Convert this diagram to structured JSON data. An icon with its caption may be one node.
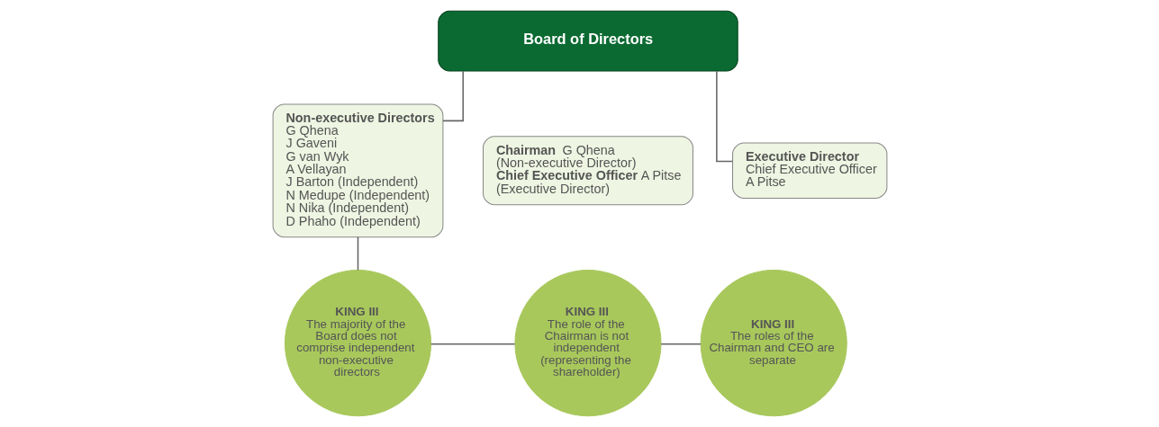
{
  "diagram": {
    "nodes": [
      {
        "text": [
          "Board of Directors"
        ]
      },
      {
        "text": [
          "Non-executive Directors",
          "G Qhena",
          "J Gaveni",
          "G van Wyk",
          "A Vellayan",
          "J Barton (Independent)",
          "N Medupe (Independent)",
          "N Nika (Independent)",
          "D Phaho (Independent)"
        ]
      },
      {
        "text": [
          "**Chairman** G Qhena (Non-executive Director)",
          "**Chief Executive Officer** A Pitse (Executive Director)"
        ]
      },
      {
        "text": [
          "Executive Director",
          "Chief Executive Officer A Pitse"
        ]
      },
      {
        "text": [
          "KING III",
          "The majority of the Board does not comprise independent non-executive directors"
        ]
      },
      {
        "text": [
          "KING III",
          "The role of the Chairman is not independent (representing the shareholder)"
        ]
      },
      {
        "text": [
          "KING III",
          "The roles of the Chairman and CEO are separate"
        ]
      }
    ],
    "edges": [
      {
        "from": 0,
        "to": 1,
        "arrow": "none"
      },
      {
        "from": 0,
        "to": 3,
        "arrow": "none"
      },
      {
        "from": 1,
        "to": 4,
        "arrow": "none"
      },
      {
        "from": 4,
        "to": 5,
        "arrow": "none"
      },
      {
        "from": 5,
        "to": 6,
        "arrow": "none"
      }
    ]
  }
}
